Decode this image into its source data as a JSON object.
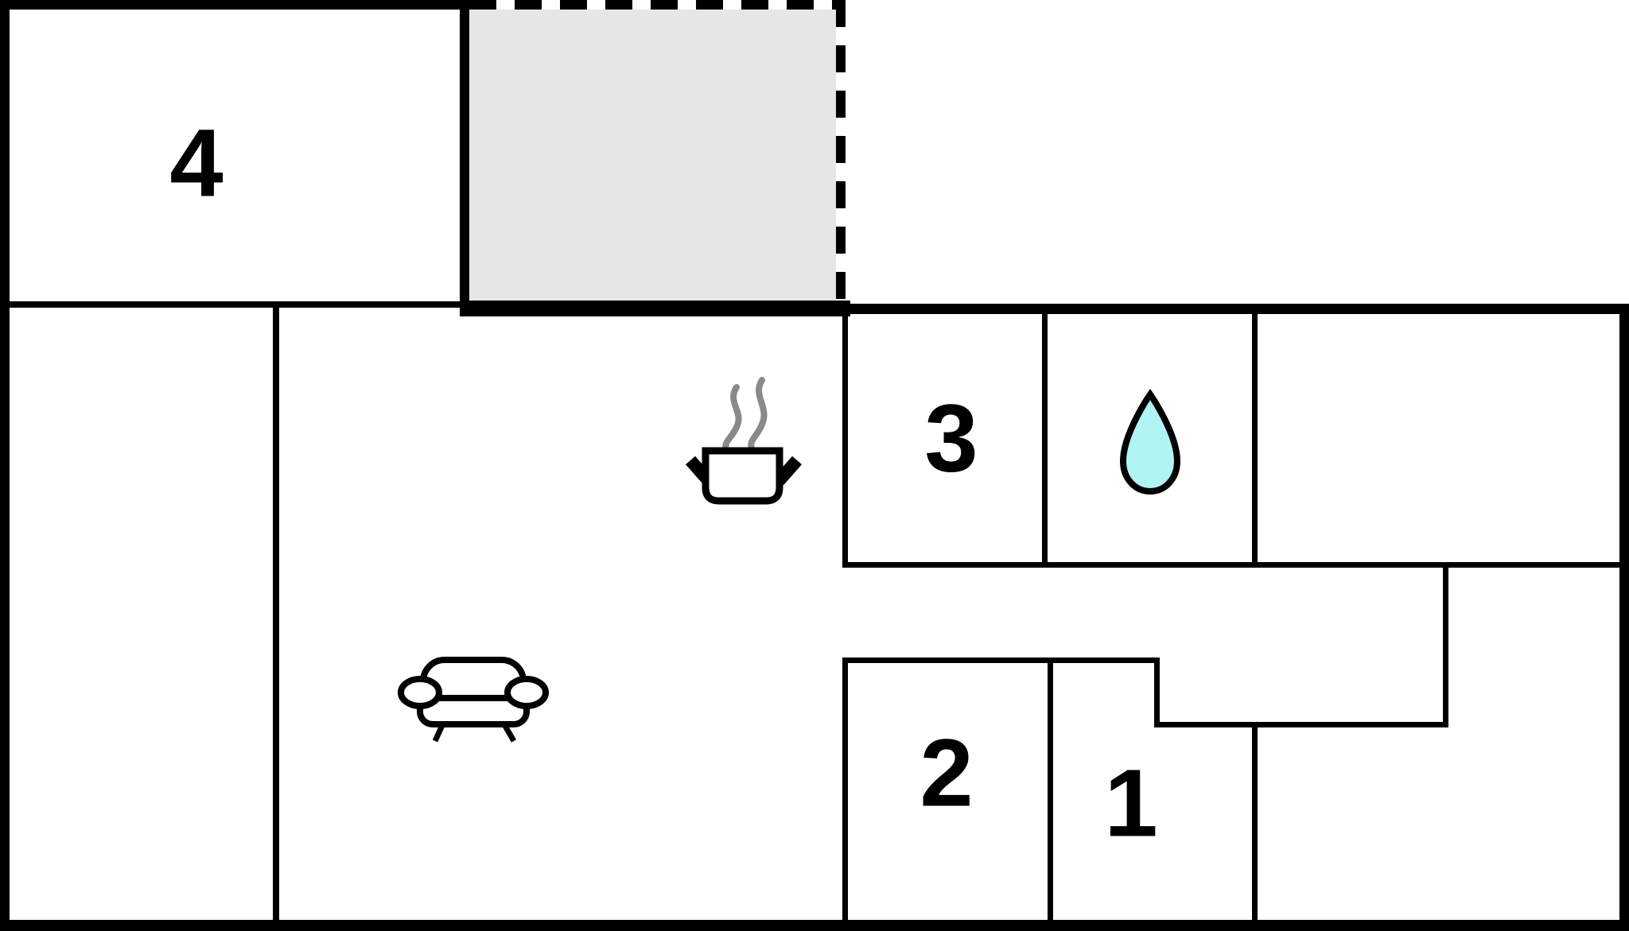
{
  "plan": {
    "title": "apartment-floor-plan",
    "rooms": [
      {
        "id": "room-4",
        "label": "4"
      },
      {
        "id": "room-3",
        "label": "3"
      },
      {
        "id": "room-2",
        "label": "2"
      },
      {
        "id": "room-1",
        "label": "1"
      },
      {
        "id": "terrace",
        "label": ""
      },
      {
        "id": "entry-room",
        "label": ""
      },
      {
        "id": "living-room",
        "label": ""
      },
      {
        "id": "bathroom",
        "label": ""
      },
      {
        "id": "right-room",
        "label": ""
      },
      {
        "id": "hallway",
        "label": ""
      },
      {
        "id": "bottom-right-room",
        "label": ""
      }
    ],
    "icons": [
      {
        "name": "sofa-icon",
        "meaning": "living room seating"
      },
      {
        "name": "cooking-pot-icon",
        "meaning": "kitchen"
      },
      {
        "name": "steam-icon",
        "meaning": "cooking steam"
      },
      {
        "name": "water-drop-icon",
        "meaning": "bathroom"
      }
    ],
    "colors": {
      "wall": "#000000",
      "background": "#ffffff",
      "terrace": "#e6e6e6",
      "drop": "#b0f4f4",
      "steam": "#8a8a8a",
      "icon-fill": "#ffffff"
    }
  }
}
